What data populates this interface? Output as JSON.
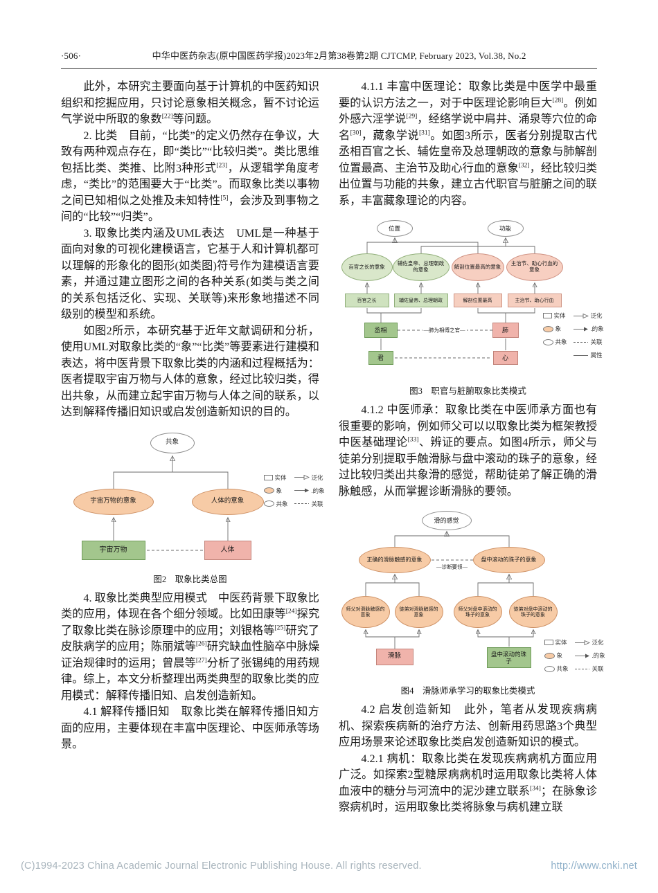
{
  "header": {
    "page_number": "·506·",
    "journal_line": "中华中医药杂志(原中国医药学报)2023年2月第38卷第2期  CJTCMP, February 2023, Vol.38, No.2"
  },
  "left": {
    "paragraphs": [
      "此外，本研究主要面向基于计算机的中医药知识组织和挖掘应用，只讨论意象相关概念，暂不讨论运气学说中所取的象数[22]等问题。",
      "2. 比类　目前，“比类”的定义仍然存在争议，大致有两种观点存在，即“类比”“比较归类”。类比思维包括比类、类推、比附3种形式[23]，从逻辑学角度考虑，“类比”的范围要大于“比类”。而取象比类以事物之间已知相似之处推及未知特性[5]，会涉及到事物之间的“比较”“归类”。",
      "3. 取象比类内涵及UML表达　UML是一种基于面向对象的可视化建模语言，它基于人和计算机都可以理解的形象化的图形(如类图)符号作为建模语言要素，并通过建立图形之间的各种关系(如类与类之间的关系包括泛化、实现、关联等)来形象地描述不同级别的模型和系统。",
      "如图2所示，本研究基于近年文献调研和分析，使用UML对取象比类的“象”“比类”等要素进行建模和表达，将中医背景下取象比类的内涵和过程概括为：医者提取宇宙万物与人体的意象，经过比较归类，得出共象，从而建立起宇宙万物与人体之间的联系，以达到解释传播旧知识或启发创造新知识的目的。",
      "4. 取象比类典型应用模式　中医药背景下取象比类的应用，体现在各个细分领域。比如田康等[24]探究了取象比类在脉诊原理中的应用；刘银格等[25]研究了皮肤病学的应用；陈丽斌等[26]研究缺血性脑卒中脉燥证治规律时的运用；曾晨等[27]分析了张锡纯的用药规律。综上，本文分析整理出两类典型的取象比类的应用模式：解释传播旧知、启发创造新知。",
      "4.1 解释传播旧知　取象比类在解释传播旧知方面的应用，主要体现在丰富中医理论、中医师承等场景。"
    ]
  },
  "right": {
    "paragraphs": [
      "4.1.1 丰富中医理论：取象比类是中医学中最重要的认识方法之一，对于中医理论影响巨大[28]。例如外感六淫学说[29]，经络学说中肩井、涌泉等穴位的命名[30]，藏象学说[31]。如图3所示，医者分别提取古代丞相百官之长、辅佐皇帝及总理朝政的意象与肺解剖位置最高、主治节及助心行血的意象[32]，经比较归类出位置与功能的共象，建立古代职官与脏腑之间的联系，丰富藏象理论的内容。",
      "4.1.2 中医师承：取象比类在中医师承方面也有很重要的影响，例如师父可以以取象比类为框架教授中医基础理论[33]、辨证的要点。如图4所示，师父与徒弟分别提取手触滑脉与盘中滚动的珠子的意象，经过比较归类出共象滑的感觉，帮助徒弟了解正确的滑脉触感，从而掌握诊断滑脉的要领。",
      "4.2 启发创造新知　此外，笔者从发现疾病病机、探索疾病新的治疗方法、创新用药思路3个典型应用场景来论述取象比类启发创造新知识的模式。",
      "4.2.1 病机：取象比类在发现疾病病机方面应用广泛。如探索2型糖尿病病机时运用取象比类将人体血液中的糖分与河流中的泥沙建立联系[34]；在脉象诊察病机时，运用取象比类将脉象与病机建立联"
    ]
  },
  "fig2": {
    "caption": "图2　取象比类总图",
    "nodes": {
      "common": "共象",
      "image_left": "宇宙万物的意象",
      "image_right": "人体的意象",
      "entity_left": "宇宙万物",
      "entity_right": "人体"
    },
    "legend": {
      "entity": "实体",
      "image": "象",
      "common": "共象",
      "generalization": "泛化",
      "of_image": ".的象",
      "association": "关联"
    }
  },
  "fig3": {
    "caption": "图3　职官与脏腑取象比类模式",
    "nodes": {
      "pos": "位置",
      "func": "功能",
      "image1": "百官之长的意象",
      "image2": "辅佐皇帝、总理朝政的意象",
      "image3": "解剖位置最高的意象",
      "image4": "主治节、助心行血的意象",
      "attr1": "百官之长",
      "attr2": "辅佐皇帝、总理朝政",
      "attr3": "解剖位置最高",
      "attr4": "主治节、助心行血",
      "entity1": "丞相",
      "entity2": "肺",
      "entity3": "君",
      "entity4": "心",
      "assoc_label": "—肺为相傅之官—"
    },
    "legend": {
      "entity": "实体",
      "image": "象",
      "common": "共象",
      "generalization": "泛化",
      "of_image": ".的象",
      "association": "关联",
      "attribute": "属性"
    }
  },
  "fig4": {
    "caption": "图4　滑脉师承学习的取象比类模式",
    "nodes": {
      "common": "滑的感觉",
      "image_left": "正确的滑脉触感的意象",
      "image_right": "盘中滚动的珠子的意象",
      "assoc_label": "—诊断要领—",
      "sub1": "师父对滑脉触感的意象",
      "sub2": "徒弟对滑脉触感的意象",
      "sub3": "师父对盘中滚动的珠子的意象",
      "sub4": "徒弟对盘中滚动的珠子的意象",
      "entity_left": "滑脉",
      "entity_right": "盘中滚动的珠子"
    },
    "legend": {
      "entity": "实体",
      "image": "象",
      "common": "共象",
      "generalization": "泛化",
      "of_image": ".的象",
      "association": "关联"
    }
  },
  "footer": {
    "copyright": "(C)1994-2023 China Academic Journal Electronic Publishing House. All rights reserved.",
    "url": "http://www.cnki.net"
  }
}
